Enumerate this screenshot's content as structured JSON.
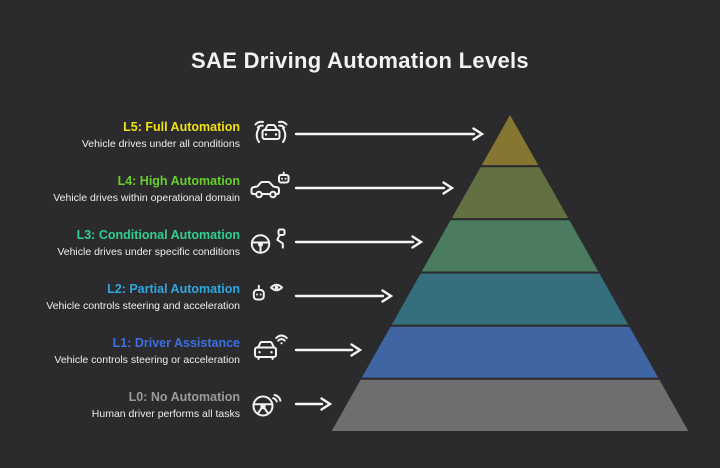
{
  "title": "SAE Driving Automation Levels",
  "colors": {
    "background": "#2b2b2d",
    "title_text": "#f2f2f2",
    "description_text": "#eeeeee",
    "arrow": "#f5f5f5",
    "icon_stroke": "#f2f2f2"
  },
  "levels": [
    {
      "id": "L5",
      "label": "L5: Full Automation",
      "description": "Vehicle drives under all conditions",
      "label_color": "#f0e211",
      "band_color": "#857731",
      "icon": "car-sensors-icon"
    },
    {
      "id": "L4",
      "label": "L4: High Automation",
      "description": "Vehicle drives within operational domain",
      "label_color": "#67d02c",
      "band_color": "#637142",
      "icon": "robot-car-icon"
    },
    {
      "id": "L3",
      "label": "L3: Conditional Automation",
      "description": "Vehicle drives under specific conditions",
      "label_color": "#2fd08e",
      "band_color": "#4b7c5f",
      "icon": "steering-wheel-driver-icon"
    },
    {
      "id": "L2",
      "label": "L2: Partial Automation",
      "description": "Vehicle controls steering and acceleration",
      "label_color": "#2da7e0",
      "band_color": "#356e7c",
      "icon": "robot-supervision-eye-icon"
    },
    {
      "id": "L1",
      "label": "L1: Driver Assistance",
      "description": "Vehicle controls steering or acceleration",
      "label_color": "#3b70e4",
      "band_color": "#4065a3",
      "icon": "car-signal-icon"
    },
    {
      "id": "L0",
      "label": "L0: No Automation",
      "description": "Human driver performs all tasks",
      "label_color": "#9b9b9b",
      "band_color": "#6e6e6e",
      "icon": "steering-wheel-signal-icon"
    }
  ]
}
